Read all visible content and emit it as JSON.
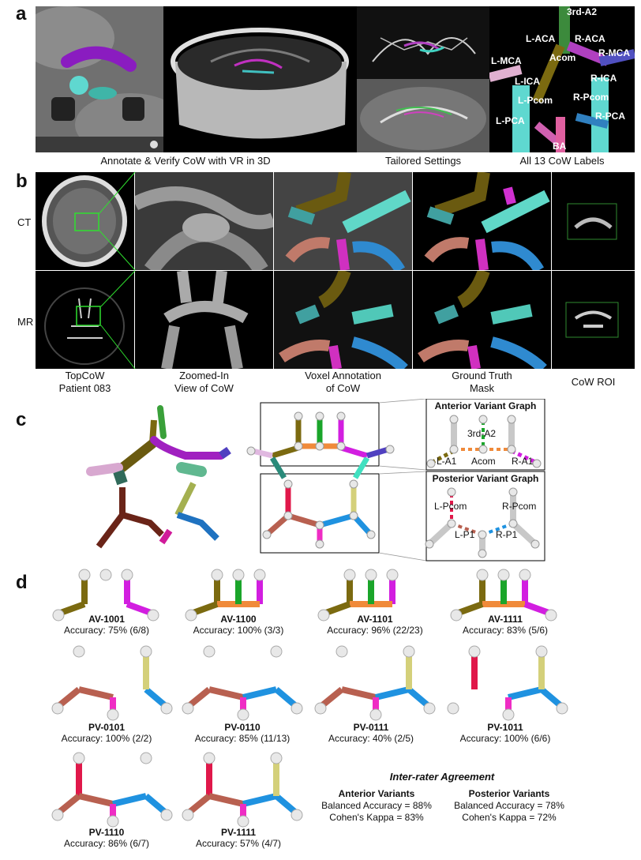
{
  "panels": {
    "a": "a",
    "b": "b",
    "c": "c",
    "d": "d"
  },
  "a": {
    "caption_vr": "Annotate & Verify CoW with VR in 3D",
    "caption_settings": "Tailored Settings",
    "caption_labels": "All 13 CoW Labels",
    "labels": [
      "3rd-A2",
      "L-ACA",
      "R-ACA",
      "L-MCA",
      "Acom",
      "R-MCA",
      "L-ICA",
      "R-ICA",
      "L-Pcom",
      "R-Pcom",
      "L-PCA",
      "R-PCA",
      "BA"
    ]
  },
  "b": {
    "row_ct": "CT",
    "row_mr": "MR",
    "captions": [
      "TopCoW\nPatient 083",
      "Zoomed-In\nView of CoW",
      "Voxel Annotation\nof CoW",
      "Ground Truth\nMask",
      "CoW ROI"
    ]
  },
  "c": {
    "anterior_title": "Anterior Variant Graph",
    "posterior_title": "Posterior Variant Graph",
    "ant_labels": {
      "a2": "3rd-A2",
      "la1": "L-A1",
      "acom": "Acom",
      "ra1": "R-A1"
    },
    "post_labels": {
      "lpcom": "L-Pcom",
      "rpcom": "R-Pcom",
      "lp1": "L-P1",
      "rp1": "R-P1"
    }
  },
  "d": {
    "av": [
      {
        "name": "AV-1001",
        "acc": "Accuracy: 75% (6/8)"
      },
      {
        "name": "AV-1100",
        "acc": "Accuracy: 100% (3/3)"
      },
      {
        "name": "AV-1101",
        "acc": "Accuracy: 96% (22/23)"
      },
      {
        "name": "AV-1111",
        "acc": "Accuracy: 83% (5/6)"
      }
    ],
    "pv": [
      {
        "name": "PV-0101",
        "acc": "Accuracy: 100% (2/2)"
      },
      {
        "name": "PV-0110",
        "acc": "Accuracy: 85% (11/13)"
      },
      {
        "name": "PV-0111",
        "acc": "Accuracy: 40% (2/5)"
      },
      {
        "name": "PV-1011",
        "acc": "Accuracy: 100% (6/6)"
      },
      {
        "name": "PV-1110",
        "acc": "Accuracy: 86% (6/7)"
      },
      {
        "name": "PV-1111",
        "acc": "Accuracy: 57% (4/7)"
      }
    ],
    "agreement": {
      "title": "Inter-rater Agreement",
      "ant_title": "Anterior Variants",
      "ant_bal": "Balanced Accuracy = 88%",
      "ant_kappa": "Cohen's Kappa = 83%",
      "post_title": "Posterior Variants",
      "post_bal": "Balanced Accuracy = 78%",
      "post_kappa": "Cohen's Kappa = 72%"
    }
  },
  "colors": {
    "a1_left": "#7b6a10",
    "a1_right": "#d21ee0",
    "acom": "#f08a3a",
    "a2_third": "#1aa52a",
    "pcom_left": "#e0184a",
    "pcom_right": "#d4d07a",
    "p1_left": "#b86050",
    "p1_right": "#1f92e0",
    "ba": "#ef2cc4",
    "node": "#e8e8e8",
    "grey": "#c8c8c8"
  }
}
